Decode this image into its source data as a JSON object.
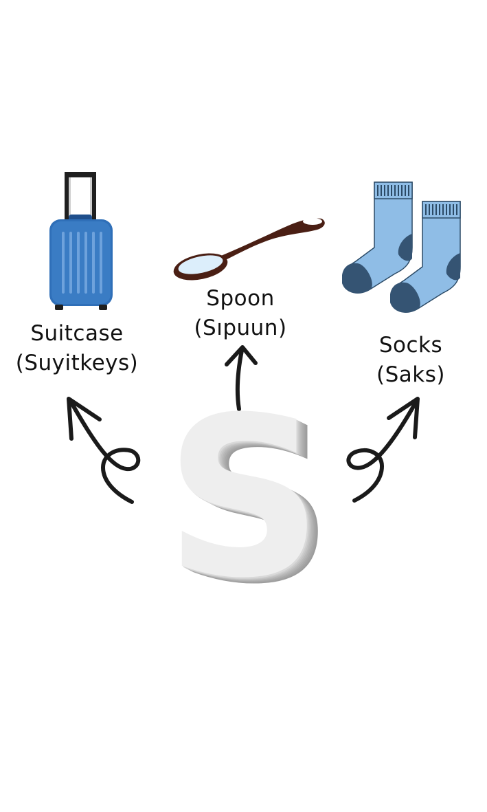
{
  "center": {
    "letter": "S"
  },
  "items": [
    {
      "word": "Suitcase",
      "pronunciation": "(Suyitkeys)",
      "icon": "suitcase-icon"
    },
    {
      "word": "Spoon",
      "pronunciation": "(Sıpuun)",
      "icon": "spoon-icon"
    },
    {
      "word": "Socks",
      "pronunciation": "(Saks)",
      "icon": "socks-icon"
    }
  ],
  "colors": {
    "suitcase": "#2f6fb8",
    "spoon": "#4a1f14",
    "socks": "#8fbde6",
    "socks_dark": "#355473",
    "arrow": "#1a1a1a"
  }
}
